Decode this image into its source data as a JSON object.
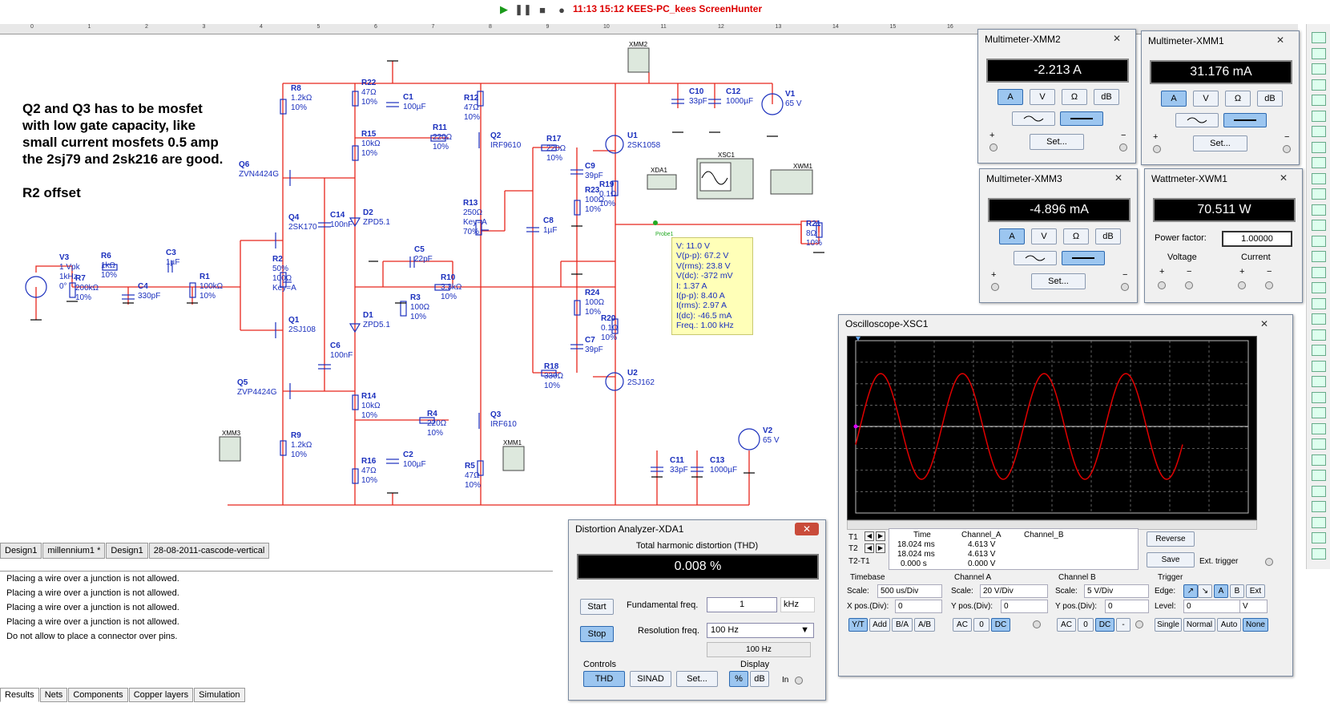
{
  "capture_title": "11:13  15:12  KEES-PC_kees  ScreenHunter",
  "ruler_ticks": [
    "0",
    "1",
    "2",
    "3",
    "4",
    "5",
    "6",
    "7",
    "8",
    "9",
    "10",
    "11",
    "12",
    "13",
    "14",
    "15",
    "16"
  ],
  "notes": {
    "line1": "Q2 and Q3 has to be mosfet",
    "line2": "with low gate capacity, like",
    "line3": "small current mosfets 0.5 amp",
    "line4": "the 2sj79 and 2sk216 are good.",
    "line5": "R2 offset"
  },
  "components": {
    "R8": [
      "R8",
      "1.2kΩ",
      "10%"
    ],
    "R22": [
      "R22",
      "47Ω",
      "10%"
    ],
    "C1": [
      "C1",
      "100µF"
    ],
    "R12": [
      "R12",
      "47Ω",
      "10%"
    ],
    "R15": [
      "R15",
      "10kΩ",
      "10%"
    ],
    "R11": [
      "R11",
      "220Ω",
      "10%"
    ],
    "Q2": [
      "Q2",
      "IRF9610"
    ],
    "R17": [
      "R17",
      "220Ω",
      "10%"
    ],
    "U1": [
      "U1",
      "2SK1058"
    ],
    "C9": [
      "C9",
      "39pF"
    ],
    "R23": [
      "R23",
      "100Ω",
      "10%"
    ],
    "R19": [
      "R19",
      "0.1Ω",
      "10%"
    ],
    "Q6": [
      "Q6",
      "ZVN4424G"
    ],
    "C14": [
      "C14",
      "100nF"
    ],
    "D2": [
      "D2",
      "ZPD5.1"
    ],
    "Q4": [
      "Q4",
      "2SK170"
    ],
    "R2": [
      "R2",
      "50%",
      "100Ω",
      "Key=A"
    ],
    "R13": [
      "R13",
      "250Ω",
      "Key=A",
      "70%"
    ],
    "C8": [
      "C8",
      "1µF"
    ],
    "C5": [
      "C5",
      "22pF"
    ],
    "R10": [
      "R10",
      "3.3kΩ",
      "10%"
    ],
    "R3": [
      "R3",
      "100Ω",
      "10%"
    ],
    "V3": [
      "V3",
      "1 Vpk",
      "1kHz",
      "0°"
    ],
    "R6": [
      "R6",
      "1kΩ",
      "10%"
    ],
    "R7": [
      "R7",
      "200kΩ",
      "10%"
    ],
    "C3": [
      "C3",
      "1µF"
    ],
    "C4": [
      "C4",
      "330pF"
    ],
    "R1": [
      "R1",
      "100kΩ",
      "10%"
    ],
    "Q1": [
      "Q1",
      "2SJ108"
    ],
    "C6": [
      "C6",
      "100nF"
    ],
    "D1": [
      "D1",
      "ZPD5.1"
    ],
    "Q5": [
      "Q5",
      "ZVP4424G"
    ],
    "R14": [
      "R14",
      "10kΩ",
      "10%"
    ],
    "R4": [
      "R4",
      "220Ω",
      "10%"
    ],
    "Q3": [
      "Q3",
      "IRF610"
    ],
    "R24": [
      "R24",
      "100Ω",
      "10%"
    ],
    "C7": [
      "C7",
      "39pF"
    ],
    "R20": [
      "R20",
      "0.1Ω",
      "10%"
    ],
    "R18": [
      "R18",
      "330Ω",
      "10%"
    ],
    "U2": [
      "U2",
      "2SJ162"
    ],
    "R9": [
      "R9",
      "1.2kΩ",
      "10%"
    ],
    "C2": [
      "C2",
      "100µF"
    ],
    "R16": [
      "R16",
      "47Ω",
      "10%"
    ],
    "R5": [
      "R5",
      "47Ω",
      "10%"
    ],
    "C10": [
      "C10",
      "33pF"
    ],
    "C12": [
      "C12",
      "1000µF"
    ],
    "V1": [
      "V1",
      "65 V"
    ],
    "V2": [
      "V2",
      "65 V"
    ],
    "C11": [
      "C11",
      "33pF"
    ],
    "C13": [
      "C13",
      "1000µF"
    ],
    "R21": [
      "R21",
      "8Ω",
      "10%"
    ],
    "XMM2": "XMM2",
    "XMM1": "XMM1",
    "XMM3": "XMM3",
    "XDA1": "XDA1",
    "XSC1": "XSC1",
    "XWM1": "XWM1",
    "Probe1": "Probe1"
  },
  "probe": {
    "lines": [
      "V: 11.0 V",
      "V(p-p): 67.2 V",
      "V(rms): 23.8 V",
      "V(dc): -372 mV",
      "I: 1.37 A",
      "I(p-p): 8.40 A",
      "I(rms): 2.97 A",
      "I(dc): -46.5 mA",
      "Freq.: 1.00 kHz"
    ]
  },
  "mm2": {
    "title": "Multimeter-XMM2",
    "value": "-2.213 A"
  },
  "mm1": {
    "title": "Multimeter-XMM1",
    "value": "31.176 mA"
  },
  "mm3": {
    "title": "Multimeter-XMM3",
    "value": "-4.896 mA"
  },
  "mm_labels": {
    "a": "A",
    "v": "V",
    "ohm": "Ω",
    "db": "dB",
    "set": "Set...",
    "plus": "+",
    "minus": "−"
  },
  "wattmeter": {
    "title": "Wattmeter-XWM1",
    "value": "70.511 W",
    "pf_label": "Power factor:",
    "pf_value": "1.00000",
    "voltage": "Voltage",
    "current": "Current"
  },
  "osc": {
    "title": "Oscilloscope-XSC1",
    "t1": "T1",
    "t2": "T2",
    "t2t1": "T2-T1",
    "col_time": "Time",
    "col_a": "Channel_A",
    "col_b": "Channel_B",
    "row1": [
      "18.024 ms",
      "4.613 V",
      ""
    ],
    "row2": [
      "18.024 ms",
      "4.613 V",
      ""
    ],
    "row3": [
      "0.000 s",
      "0.000 V",
      ""
    ],
    "reverse": "Reverse",
    "save": "Save",
    "ext_trigger": "Ext. trigger",
    "timebase": "Timebase",
    "tb_scale_lbl": "Scale:",
    "tb_scale": "500 us/Div",
    "tb_xpos_lbl": "X pos.(Div):",
    "tb_xpos": "0",
    "cha": "Channel A",
    "cha_scale_lbl": "Scale:",
    "cha_scale": "20  V/Div",
    "cha_ypos_lbl": "Y pos.(Div):",
    "cha_ypos": "0",
    "chb": "Channel B",
    "chb_scale_lbl": "Scale:",
    "chb_scale": "5  V/Div",
    "chb_ypos_lbl": "Y pos.(Div):",
    "chb_ypos": "0",
    "trigger": "Trigger",
    "edge_lbl": "Edge:",
    "level_lbl": "Level:",
    "level": "0",
    "level_unit": "V",
    "btn_yt": "Y/T",
    "btn_add": "Add",
    "btn_ba": "B/A",
    "btn_ab": "A/B",
    "btn_ac": "AC",
    "btn_zero": "0",
    "btn_dc": "DC",
    "btn_minus": "-",
    "trig_a": "A",
    "trig_b": "B",
    "trig_ext": "Ext",
    "btn_single": "Single",
    "btn_normal": "Normal",
    "btn_auto": "Auto",
    "btn_none": "None"
  },
  "distortion": {
    "title": "Distortion Analyzer-XDA1",
    "thd_label": "Total harmonic distortion (THD)",
    "value": "0.008 %",
    "start": "Start",
    "stop": "Stop",
    "fund_lbl": "Fundamental freq.",
    "fund_val": "1",
    "fund_unit": "kHz",
    "res_lbl": "Resolution freq.",
    "res_val": "100 Hz",
    "res_readout": "100 Hz",
    "controls": "Controls",
    "display": "Display",
    "thd": "THD",
    "sinad": "SINAD",
    "set": "Set...",
    "pct": "%",
    "db": "dB",
    "in": "In"
  },
  "design_tabs": [
    "Design1",
    "millennium1 *",
    "Design1",
    "28-08-2011-cascode-vertical"
  ],
  "log": [
    "Placing a wire over a junction is not allowed.",
    "Placing a wire over a junction is not allowed.",
    "Placing a wire over a junction is not allowed.",
    "Placing a wire over a junction is not allowed.",
    "Do not allow to place a connector over pins."
  ],
  "bottom_tabs": [
    "Results",
    "Nets",
    "Components",
    "Copper layers",
    "Simulation"
  ],
  "colors": {
    "wire": "#e8261c",
    "label": "#1a2fbd",
    "trace": "#e00000",
    "display_bg": "#000000"
  }
}
